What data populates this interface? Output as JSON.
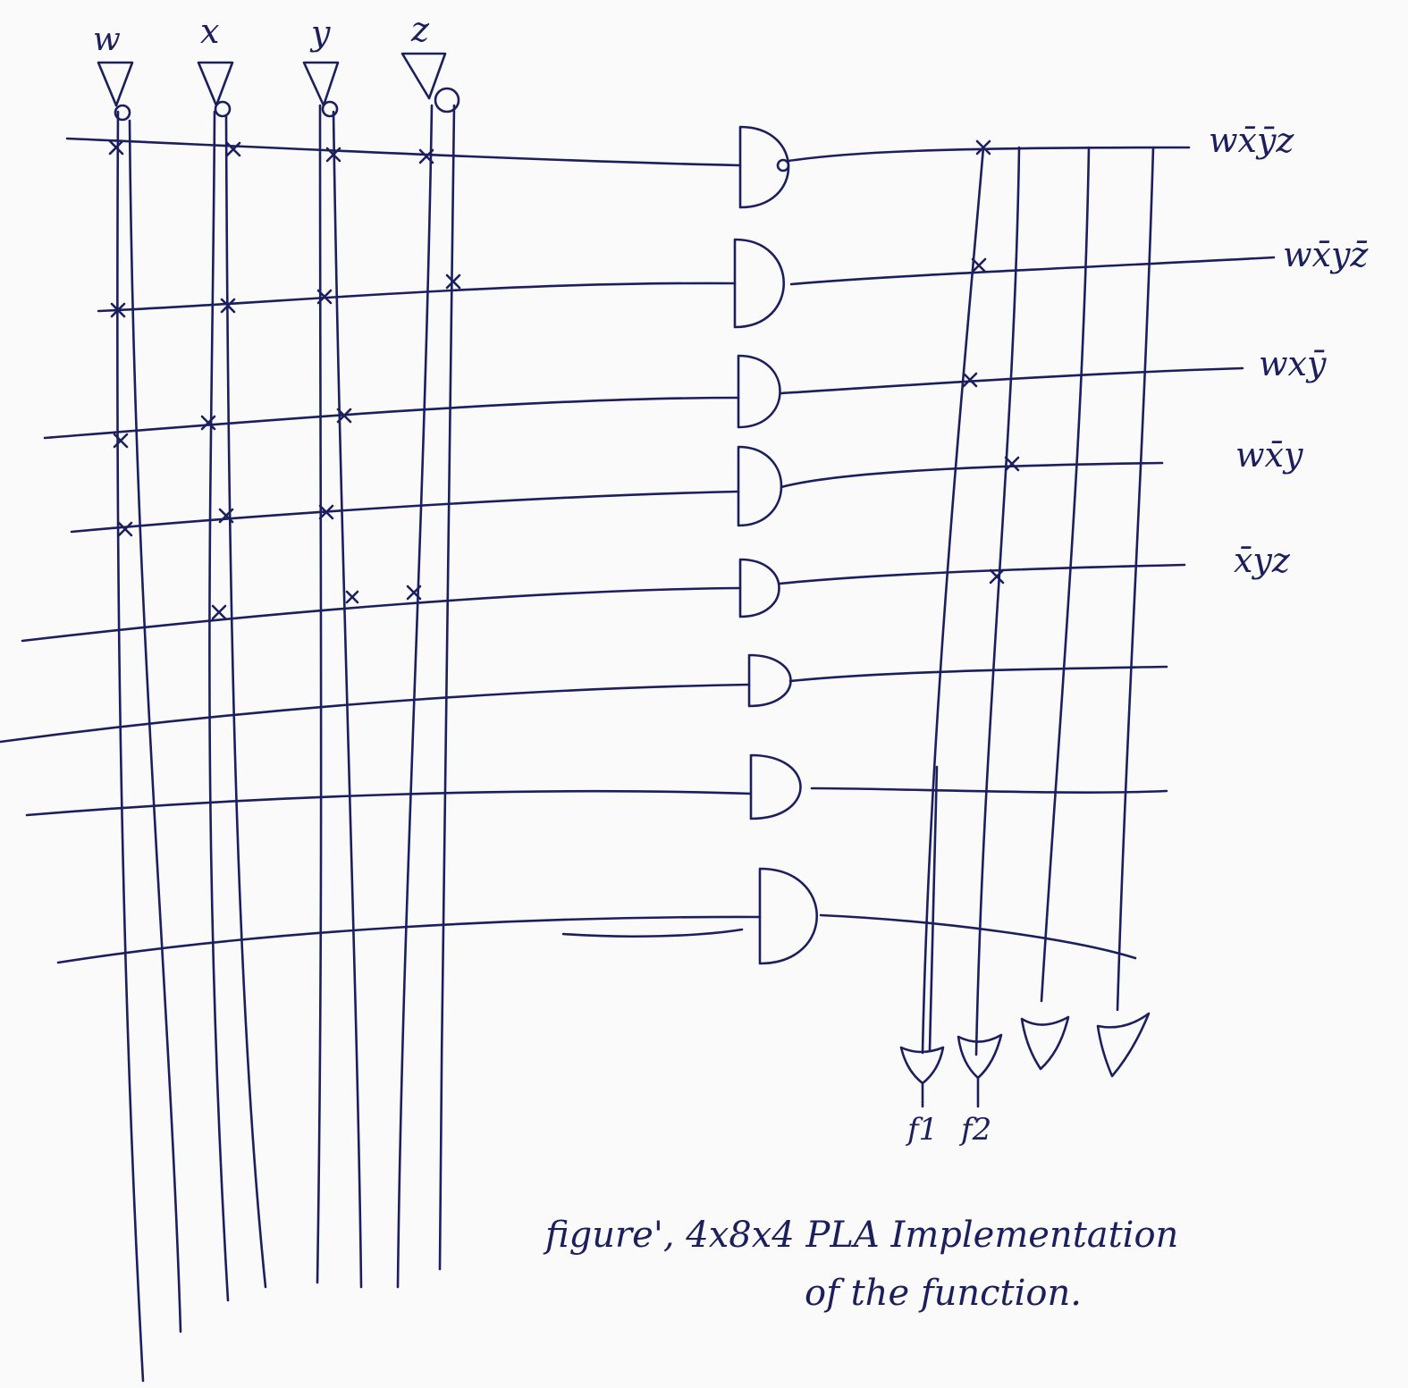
{
  "inputs": [
    {
      "label": "w"
    },
    {
      "label": "x"
    },
    {
      "label": "y"
    },
    {
      "label": "z"
    }
  ],
  "product_terms": [
    {
      "label": "wx̄ȳz"
    },
    {
      "label": "wx̄yz̄"
    },
    {
      "label": "wxȳ"
    },
    {
      "label": "wx̄y"
    },
    {
      "label": "x̄yz"
    },
    {
      "label": ""
    },
    {
      "label": ""
    },
    {
      "label": ""
    }
  ],
  "outputs": [
    {
      "label": "f1"
    },
    {
      "label": "f2"
    },
    {
      "label": ""
    },
    {
      "label": ""
    }
  ],
  "caption": {
    "line1": "figure', 4x8x4 PLA Implementation",
    "line2": "of the function."
  },
  "colors": {
    "ink": "#1b1f5e",
    "paper": "#fbfafa"
  }
}
